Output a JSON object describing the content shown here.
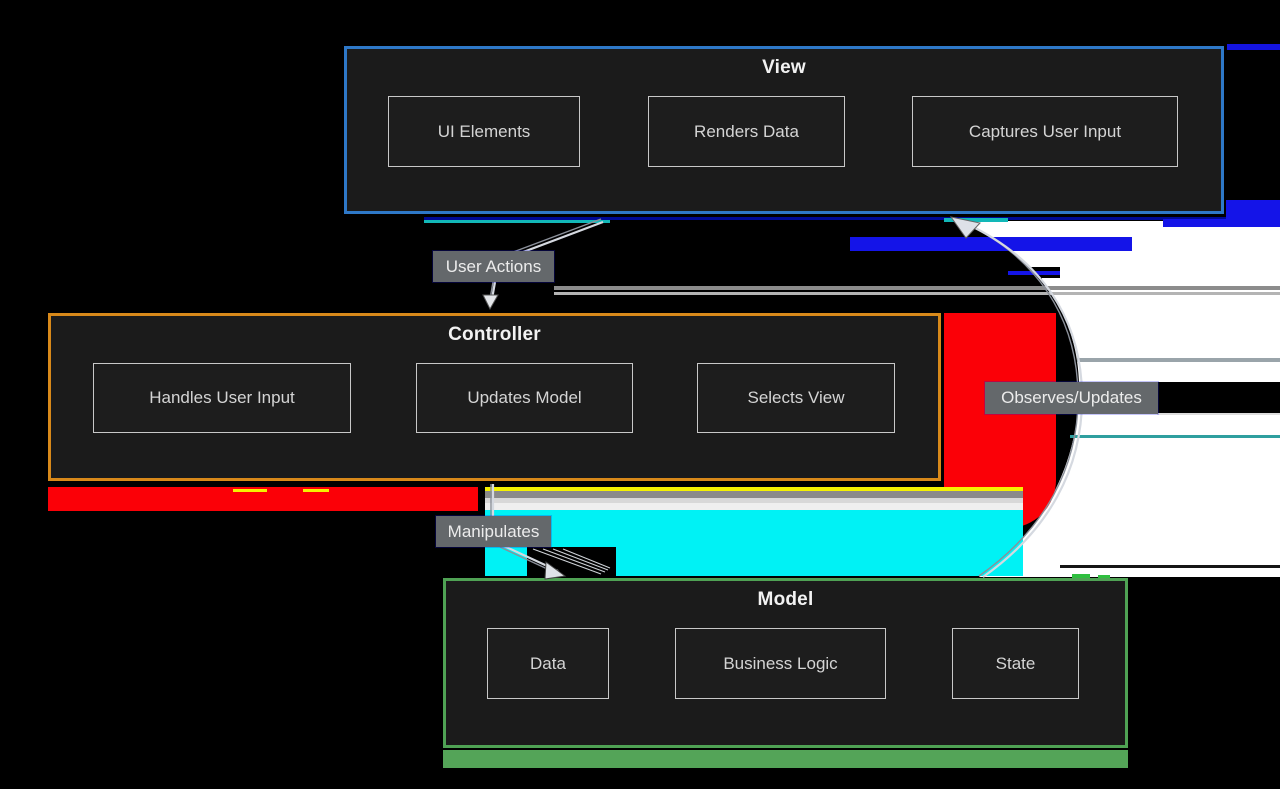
{
  "diagram": {
    "containers": [
      {
        "id": "view",
        "title": "View",
        "border_color": "#2e78c8",
        "nodes": [
          "UI Elements",
          "Renders Data",
          "Captures User Input"
        ]
      },
      {
        "id": "controller",
        "title": "Controller",
        "border_color": "#d8891a",
        "nodes": [
          "Handles User Input",
          "Updates Model",
          "Selects View"
        ]
      },
      {
        "id": "model",
        "title": "Model",
        "border_color": "#4fa254",
        "nodes": [
          "Data",
          "Business Logic",
          "State"
        ]
      }
    ],
    "edges": [
      {
        "from": "View",
        "to": "Controller",
        "label": "User Actions"
      },
      {
        "from": "Controller",
        "to": "Model",
        "label": "Manipulates"
      },
      {
        "from": "Model",
        "to": "View",
        "label": "Observes/Updates"
      }
    ],
    "colors": {
      "background": "#000000",
      "container_fill": "#1b1b1b",
      "node_border": "#c8c8c8",
      "node_text": "#d4d4d4",
      "label_bg": "#64686b",
      "label_text": "#ececec",
      "arrow": "#c2c6ce",
      "glitch_red": "#fb0007",
      "glitch_cyan": "#00f2f5",
      "glitch_yellow": "#f5f200",
      "glitch_blue": "#1414e8",
      "glitch_white": "#ffffff",
      "glitch_green": "#54a458"
    }
  }
}
